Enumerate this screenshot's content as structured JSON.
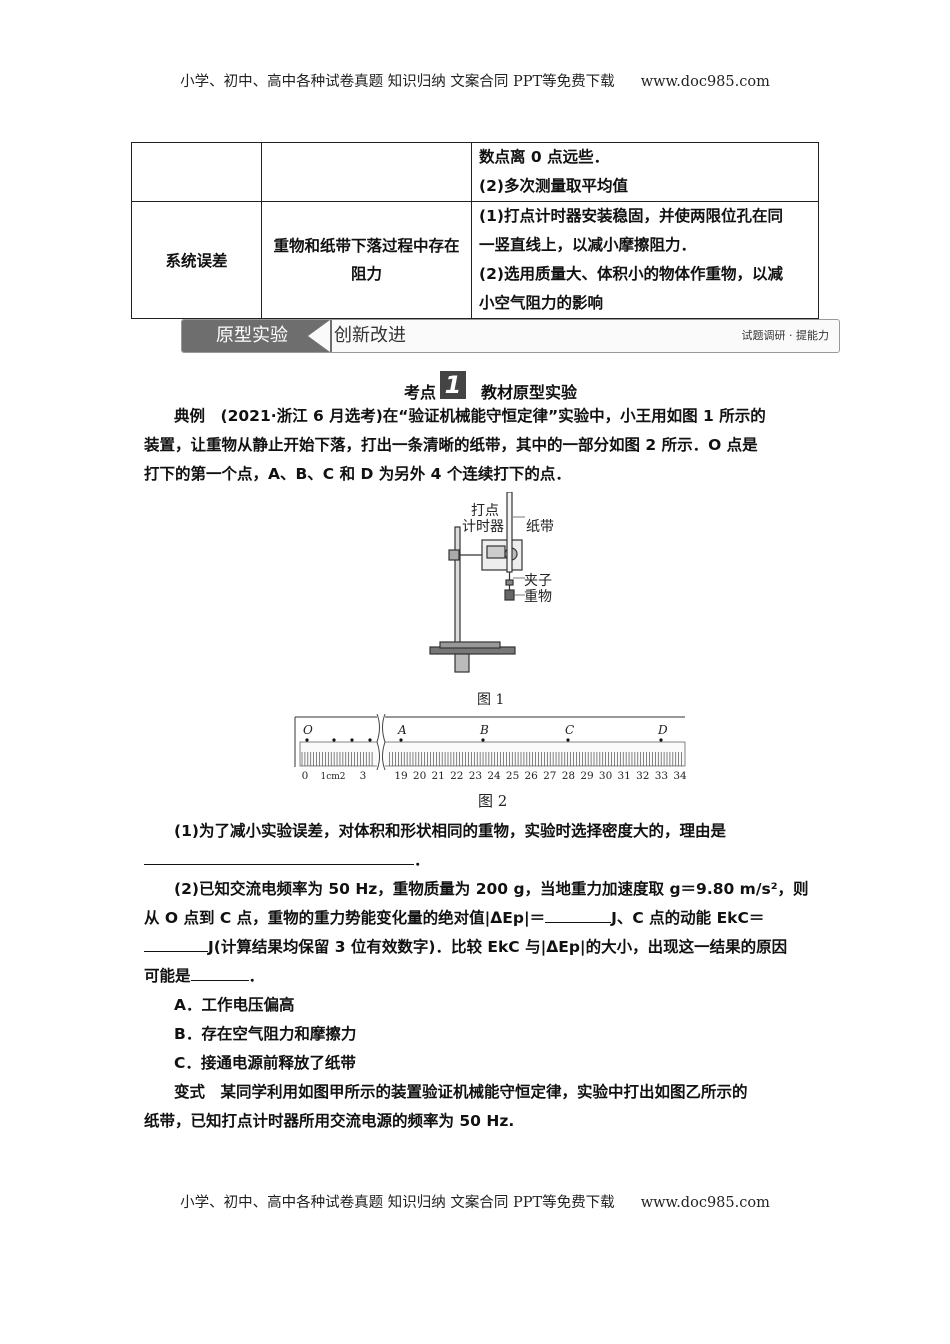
{
  "header": {
    "text": "小学、初中、高中各种试卷真题  知识归纳  文案合同  PPT等免费下载",
    "site": "www.doc985.com"
  },
  "footer": {
    "text": "小学、初中、高中各种试卷真题  知识归纳  文案合同  PPT等免费下载",
    "site": "www.doc985.com"
  },
  "table": {
    "r1c3a": "数点离 0 点远些．",
    "r1c3b": "(2)多次测量取平均值",
    "r2c1": "系统误差",
    "r2c2": "重物和纸带下落过程中存在阻力",
    "r2c3a": "(1)打点计时器安装稳固，并使两限位孔在同",
    "r2c3b": "一竖直线上，以减小摩擦阻力．",
    "r2c3c": "(2)选用质量大、体积小的物体作重物，以减",
    "r2c3d": "小空气阻力的影响"
  },
  "banner": {
    "left": "原型实验",
    "middle": "创新改进",
    "right": "试题调研 · 提能力"
  },
  "kaodian": {
    "label": "考点",
    "num": "1",
    "title": "教材原型实验"
  },
  "example": {
    "line1": "典例　(2021·浙江 6 月选考)在“验证机械能守恒定律”实验中，小王用如图 1 所示的",
    "line2": "装置，让重物从静止开始下落，打出一条清晰的纸带，其中的一部分如图 2 所示．O 点是",
    "line3": "打下的第一个点，A、B、C 和 D 为另外 4 个连续打下的点．"
  },
  "fig1": {
    "l1": "打点",
    "l2": "计时器",
    "l3": "纸带",
    "l4": "夹子",
    "l5": "重物",
    "caption": "图 1"
  },
  "fig2": {
    "points": [
      "O",
      "A",
      "B",
      "C",
      "D"
    ],
    "nums_left": [
      "0",
      "1cm2",
      "3"
    ],
    "nums_right": [
      "19",
      "20",
      "21",
      "22",
      "23",
      "24",
      "25",
      "26",
      "27",
      "28",
      "29",
      "30",
      "31",
      "32",
      "33",
      "34"
    ],
    "caption": "图 2"
  },
  "q1": {
    "text": "(1)为了减小实验误差，对体积和形状相同的重物，实验时选择密度大的，理由是",
    "end": "．"
  },
  "q2": {
    "l1": "(2)已知交流电频率为 50 Hz，重物质量为 200 g，当地重力加速度取 g＝9.80 m/s²，则",
    "l2a": "从 O 点到 C 点，重物的重力势能变化量的绝对值|ΔEp|＝",
    "l2b": "J、C 点的动能 EkC＝",
    "l3": "J(计算结果均保留 3 位有效数字)．比较 EkC 与|ΔEp|的大小，出现这一结果的原因",
    "l4": "可能是",
    "l4end": "．"
  },
  "options": [
    "A．工作电压偏高",
    "B．存在空气阻力和摩擦力",
    "C．接通电源前释放了纸带"
  ],
  "variant": {
    "l1": "变式　某同学利用如图甲所示的装置验证机械能守恒定律，实验中打出如图乙所示的",
    "l2": "纸带，已知打点计时器所用交流电源的频率为 50 Hz."
  }
}
